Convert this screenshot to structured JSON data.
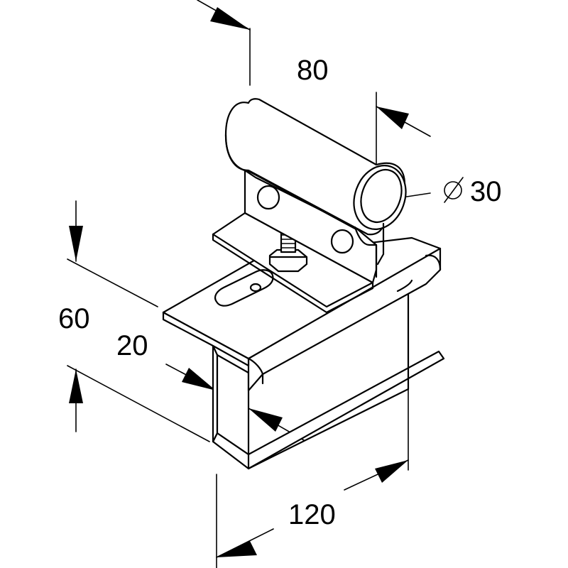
{
  "dimensions": {
    "top_width": "80",
    "tube_diameter": "∅30",
    "height": "60",
    "flange_depth": "20",
    "base_width": "120"
  }
}
